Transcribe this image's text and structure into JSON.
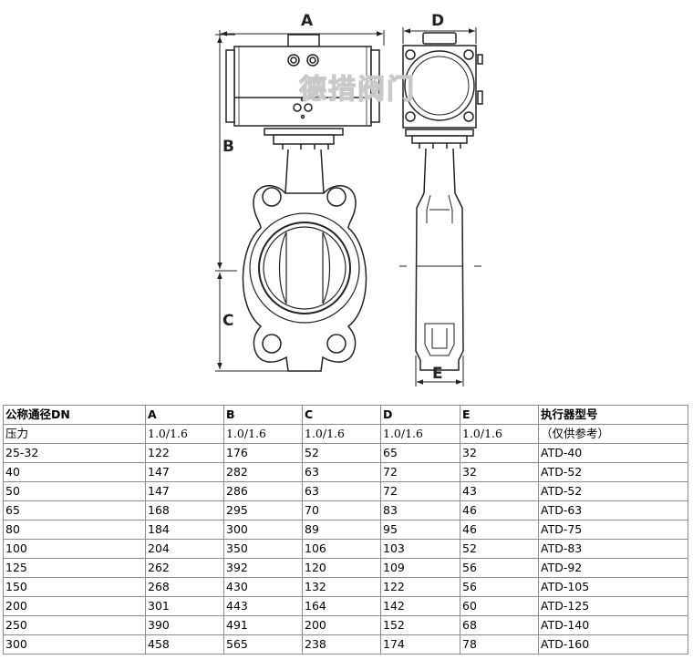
{
  "drawing": {
    "dimension_labels": {
      "a": "A",
      "b": "B",
      "c": "C",
      "d": "D",
      "e": "E"
    },
    "watermark": "德措阀门"
  },
  "table": {
    "headers": [
      "公称通径DN",
      "A",
      "B",
      "C",
      "D",
      "E",
      "执行器型号"
    ],
    "pressure_row": [
      "压力",
      "1.0/1.6",
      "1.0/1.6",
      "1.0/1.6",
      "1.0/1.6",
      "1.0/1.6",
      "（仅供参考）"
    ],
    "rows": [
      [
        "25-32",
        "122",
        "176",
        "52",
        "65",
        "32",
        "ATD-40"
      ],
      [
        "40",
        "147",
        "282",
        "63",
        "72",
        "32",
        "ATD-52"
      ],
      [
        "50",
        "147",
        "286",
        "63",
        "72",
        "43",
        "ATD-52"
      ],
      [
        "65",
        "168",
        "295",
        "70",
        "83",
        "46",
        "ATD-63"
      ],
      [
        "80",
        "184",
        "300",
        "89",
        "95",
        "46",
        "ATD-75"
      ],
      [
        "100",
        "204",
        "350",
        "106",
        "103",
        "52",
        "ATD-83"
      ],
      [
        "125",
        "262",
        "392",
        "120",
        "109",
        "56",
        "ATD-92"
      ],
      [
        "150",
        "268",
        "430",
        "132",
        "122",
        "56",
        "ATD-105"
      ],
      [
        "200",
        "301",
        "443",
        "164",
        "142",
        "60",
        "ATD-125"
      ],
      [
        "250",
        "390",
        "491",
        "200",
        "152",
        "68",
        "ATD-140"
      ],
      [
        "300",
        "458",
        "565",
        "238",
        "174",
        "78",
        "ATD-160"
      ]
    ]
  }
}
